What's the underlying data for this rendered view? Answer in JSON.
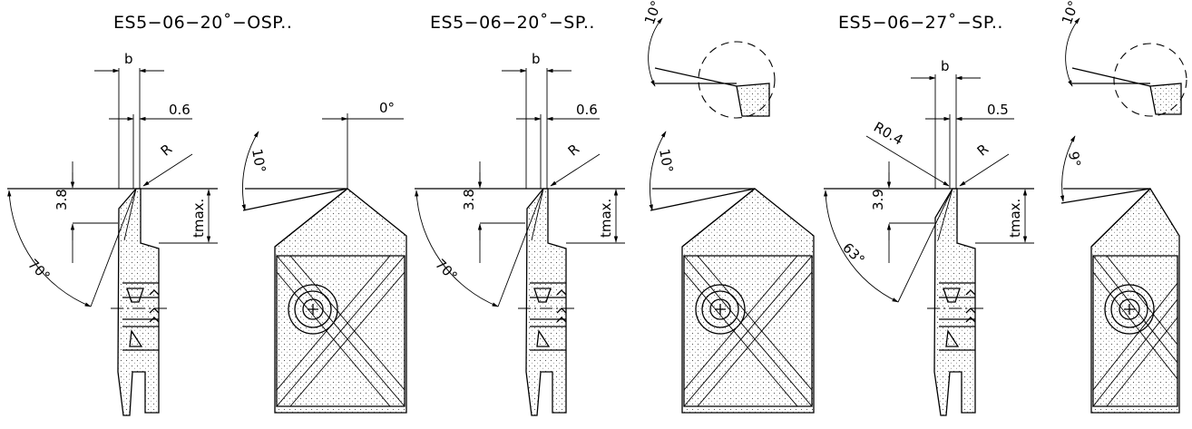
{
  "views": [
    {
      "title": "ES5−06−20˚−OSP..",
      "b": "b",
      "offset": "0.6",
      "radius": "R",
      "depth": "3.8",
      "tmax": "tmax.",
      "angle": "70°",
      "side_clearance": "10°",
      "top_angle": "0°"
    },
    {
      "title": "ES5−06−20˚−SP..",
      "b": "b",
      "offset": "0.6",
      "radius": "R",
      "depth": "3.8",
      "tmax": "tmax.",
      "angle": "70°",
      "side_clearance": "10°",
      "detail_angle": "10°"
    },
    {
      "title": "ES5−06−27˚−SP..",
      "b": "b",
      "offset": "0.5",
      "radius": "R",
      "corner_radius": "R0.4",
      "depth": "3.9",
      "tmax": "tmax.",
      "angle": "63°",
      "side_clearance": "9°",
      "detail_angle": "10°"
    }
  ]
}
